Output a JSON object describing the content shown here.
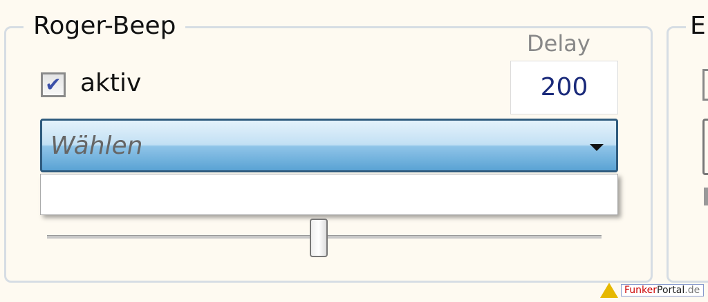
{
  "group1": {
    "title": "Roger-Beep",
    "checkbox_label": "aktiv",
    "checked": true,
    "delay_label": "Delay",
    "delay_value": "200",
    "combo_placeholder": "Wählen",
    "slider_value_fraction": 0.49
  },
  "group2": {
    "title": "E"
  },
  "watermark": {
    "part1": "Funker",
    "part2": "Portal",
    "part3": ".de"
  }
}
